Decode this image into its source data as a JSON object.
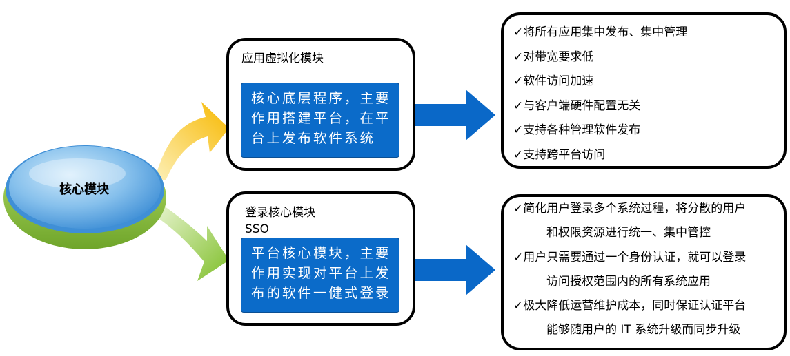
{
  "core": {
    "label": "核心模块"
  },
  "modules": [
    {
      "title_lines": [
        "应用虚拟化模块"
      ],
      "description_lines": [
        "核心底层程序，主要",
        "作用搭建平台，在平",
        "台上发布软件系统"
      ],
      "features": [
        {
          "text": "✓将所有应用集中发布、集中管理"
        },
        {
          "text": "✓对带宽要求低"
        },
        {
          "text": "✓软件访问加速"
        },
        {
          "text": "✓与客户端硬件配置无关"
        },
        {
          "text": "✓支持各种管理软件发布"
        },
        {
          "text": "✓支持跨平台访问"
        }
      ]
    },
    {
      "title_lines": [
        "登录核心模块",
        "SSO"
      ],
      "description_lines": [
        "平台核心模块，主要",
        "作用实现对平台上发",
        "布的软件一健式登录"
      ],
      "features": [
        {
          "text": "✓简化用户登录多个系统过程，将分散的用户"
        },
        {
          "text": "和权限资源进行统一、集中管控"
        },
        {
          "text": "✓用户只需要通过一个身份认证，就可以登录"
        },
        {
          "text": "访问授权范围内的所有系统应用"
        },
        {
          "text": "✓极大降低运营维护成本，同时保证认证平台"
        },
        {
          "text": "能够随用户的 IT 系统升级而同步升级"
        }
      ]
    }
  ],
  "colors": {
    "box_fill": "#0b6bc9",
    "arrow_blue": "#0a68c8",
    "curve_top": "#f9c020",
    "curve_bottom": "#8fc63a",
    "disc_blue": "#6fb3ea",
    "disc_green": "#8cc83a"
  }
}
